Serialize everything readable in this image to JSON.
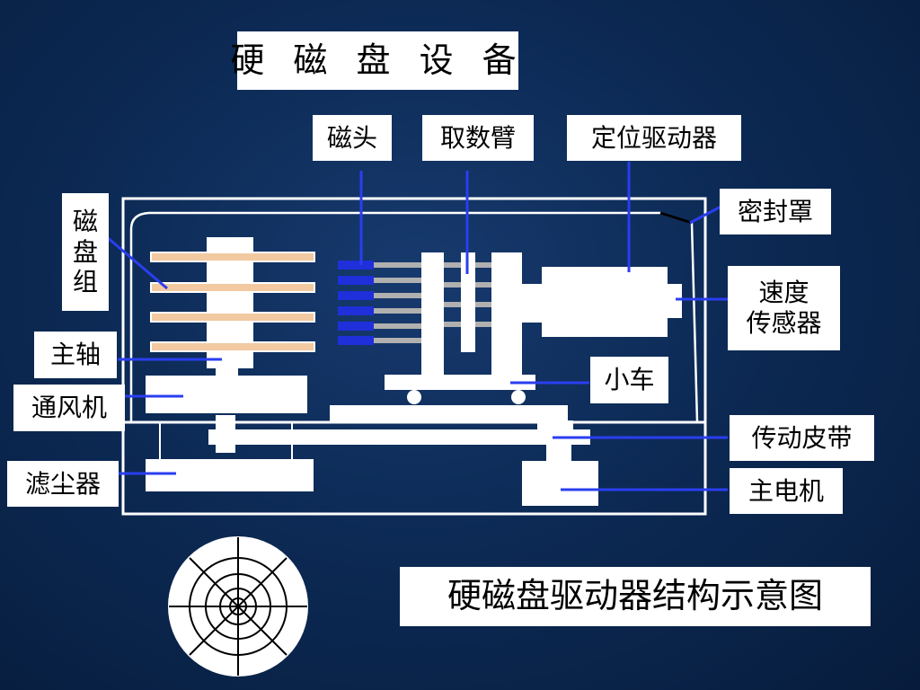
{
  "title": "硬 磁 盘 设 备",
  "caption": "硬磁盘驱动器结构示意图",
  "labels": {
    "head": "磁头",
    "arm": "取数臂",
    "positioner": "定位驱动器",
    "cover": "密封罩",
    "disk_stack": [
      "磁",
      "盘",
      "组"
    ],
    "speed_sensor": [
      "速度",
      "传感器"
    ],
    "spindle": "主轴",
    "cart": "小车",
    "fan": "通风机",
    "belt": "传动皮带",
    "filter": "滤尘器",
    "motor": "主电机"
  }
}
